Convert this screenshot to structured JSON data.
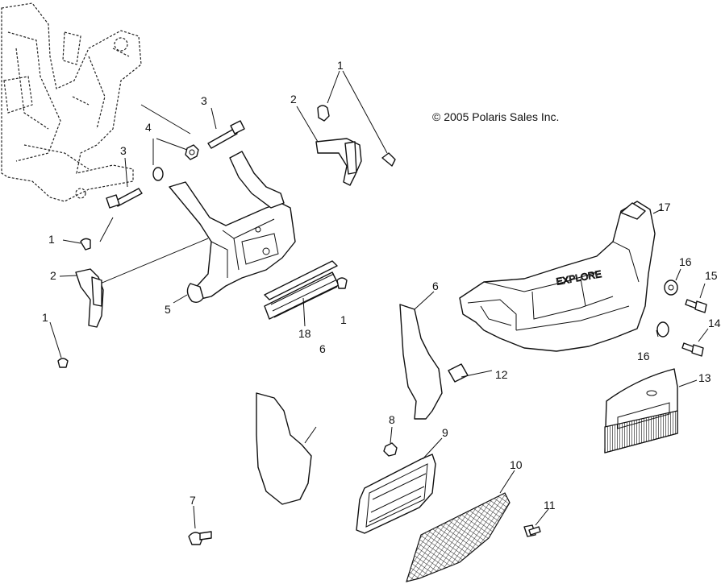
{
  "copyright": "© 2005 Polaris Sales Inc.",
  "callouts": [
    {
      "id": "c1a",
      "text": "1"
    },
    {
      "id": "c2a",
      "text": "2"
    },
    {
      "id": "c3a",
      "text": "3"
    },
    {
      "id": "c3b",
      "text": "3"
    },
    {
      "id": "c4",
      "text": "4"
    },
    {
      "id": "c1b",
      "text": "1"
    },
    {
      "id": "c2b",
      "text": "2"
    },
    {
      "id": "c1c",
      "text": "1"
    },
    {
      "id": "c5",
      "text": "5"
    },
    {
      "id": "c18",
      "text": "18"
    },
    {
      "id": "c1d",
      "text": "1"
    },
    {
      "id": "c6a",
      "text": "6"
    },
    {
      "id": "c12",
      "text": "12"
    },
    {
      "id": "c17",
      "text": "17"
    },
    {
      "id": "c16a",
      "text": "16"
    },
    {
      "id": "c15",
      "text": "15"
    },
    {
      "id": "c16b",
      "text": "16"
    },
    {
      "id": "c14",
      "text": "14"
    },
    {
      "id": "c13",
      "text": "13"
    },
    {
      "id": "c6b",
      "text": "6"
    },
    {
      "id": "c8",
      "text": "8"
    },
    {
      "id": "c9",
      "text": "9"
    },
    {
      "id": "c10",
      "text": "10"
    },
    {
      "id": "c11",
      "text": "11"
    },
    {
      "id": "c7",
      "text": "7"
    }
  ]
}
